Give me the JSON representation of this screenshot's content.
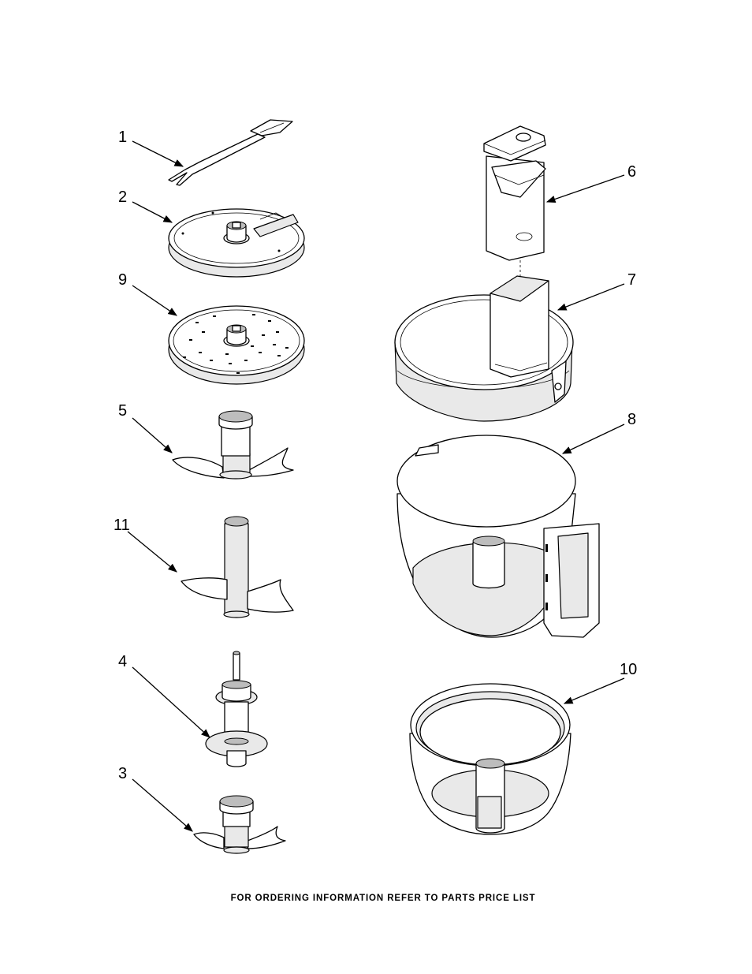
{
  "diagram": {
    "callouts": {
      "c1": "1",
      "c2": "2",
      "c9": "9",
      "c5": "5",
      "c11": "11",
      "c4": "4",
      "c3": "3",
      "c6": "6",
      "c7": "7",
      "c8": "8",
      "c10": "10"
    },
    "footer": "FOR ORDERING INFORMATION REFER TO PARTS PRICE LIST"
  }
}
